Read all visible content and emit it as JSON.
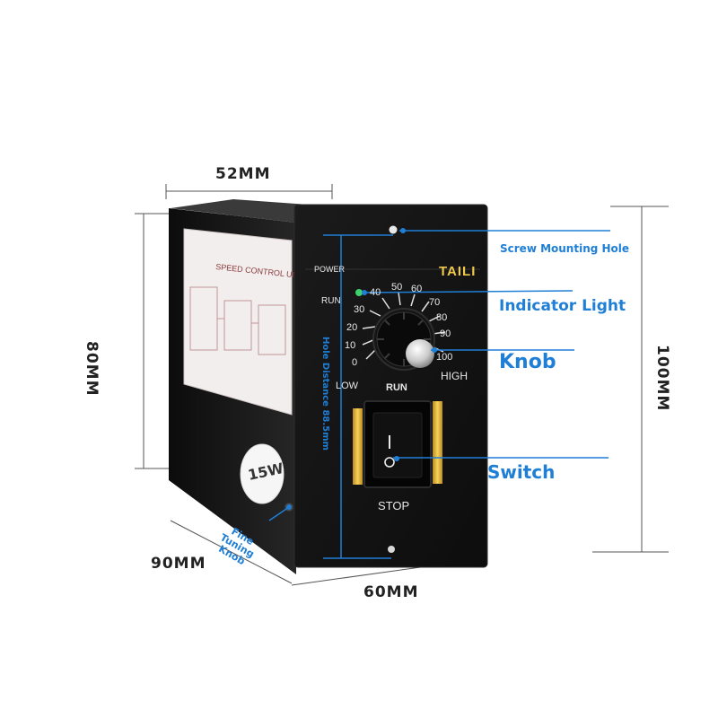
{
  "dimensions": {
    "width_top": "52MM",
    "height_left": "80MM",
    "height_right": "100MM",
    "depth_bottom_left": "90MM",
    "width_bottom": "60MM"
  },
  "callouts": {
    "screw_hole": "Screw Mounting Hole",
    "indicator": "Indicator Light",
    "knob": "Knob",
    "switch": "Switch",
    "fine_tuning": "Fine Tuning Knob",
    "hole_distance": "Hole Distance 88.5mm"
  },
  "panel": {
    "power": "POWER",
    "run_left": "RUN",
    "brand": "TAILI",
    "low": "LOW",
    "run_bottom": "RUN",
    "high": "HIGH",
    "stop": "STOP",
    "switch_on": "—",
    "switch_off": "O",
    "scale": [
      "0",
      "10",
      "20",
      "30",
      "40",
      "50",
      "60",
      "70",
      "80",
      "90",
      "100"
    ]
  },
  "side_label": {
    "title": "SPEED CONTROL UNIT",
    "badge": "15W"
  },
  "colors": {
    "callout_blue": "#1f7fd6",
    "panel_black": "#141414",
    "accent_yellow": "#f2c84b"
  }
}
